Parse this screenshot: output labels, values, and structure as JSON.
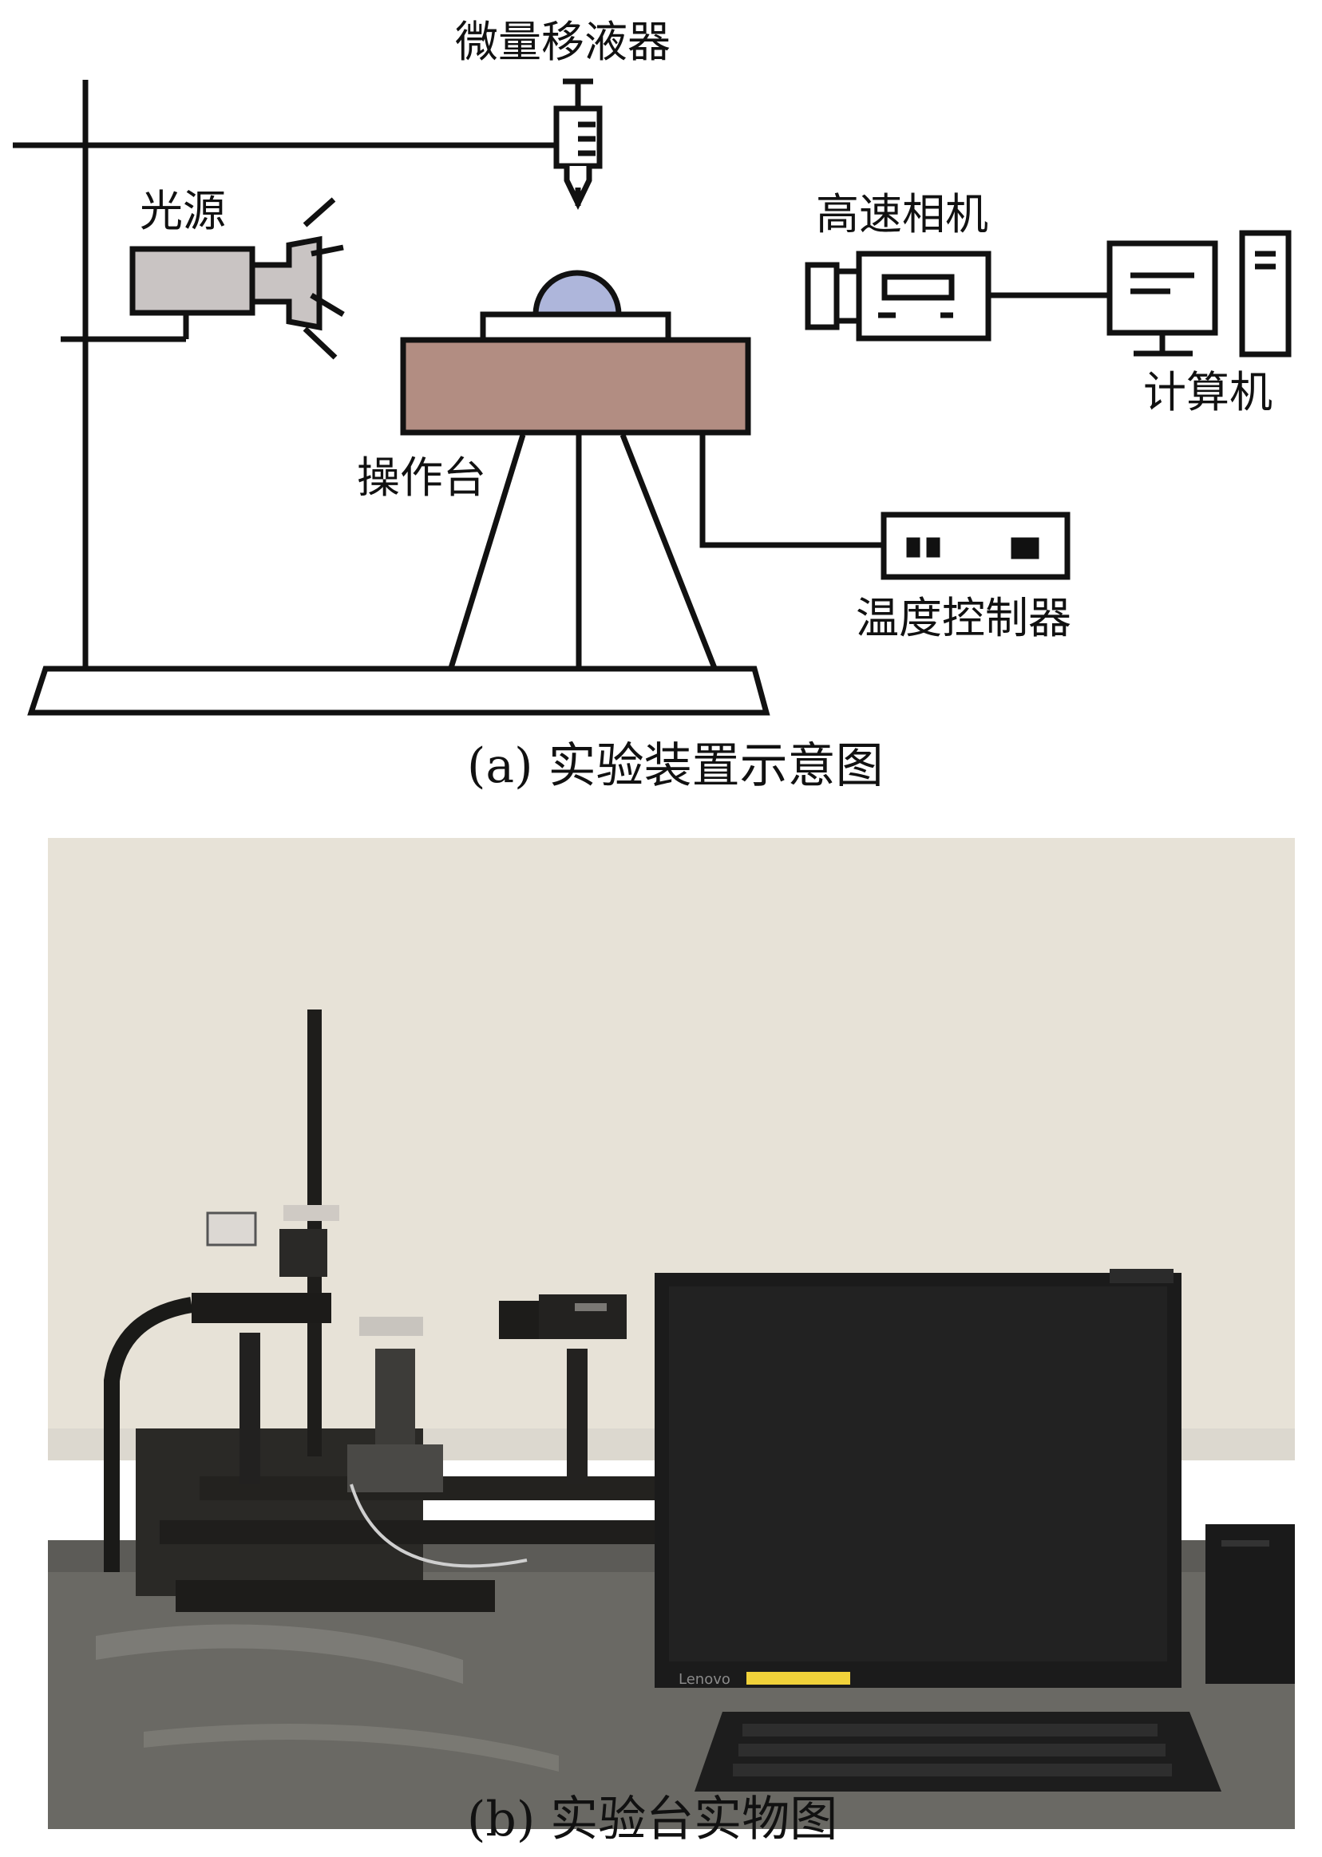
{
  "diagram": {
    "labels": {
      "micropipette": "微量移液器",
      "light_source": "光源",
      "high_speed_camera": "高速相机",
      "computer": "计算机",
      "operating_platform": "操作台",
      "temperature_controller": "温度控制器"
    },
    "colors": {
      "light_source_body": "#c9c4c3",
      "platform_block": "#b28d82",
      "droplet": "#aeb6db",
      "line": "#111111"
    }
  },
  "captions": {
    "a": "(a) 实验装置示意图",
    "b": "(b) 实验台实物图"
  },
  "photo": {
    "monitor_brand": "Lenovo",
    "colors": {
      "wall": "#e7e2d7",
      "table": "#5c5b57",
      "monitor": "#1b1b1b",
      "label_sticker": "#f1d23a"
    }
  }
}
